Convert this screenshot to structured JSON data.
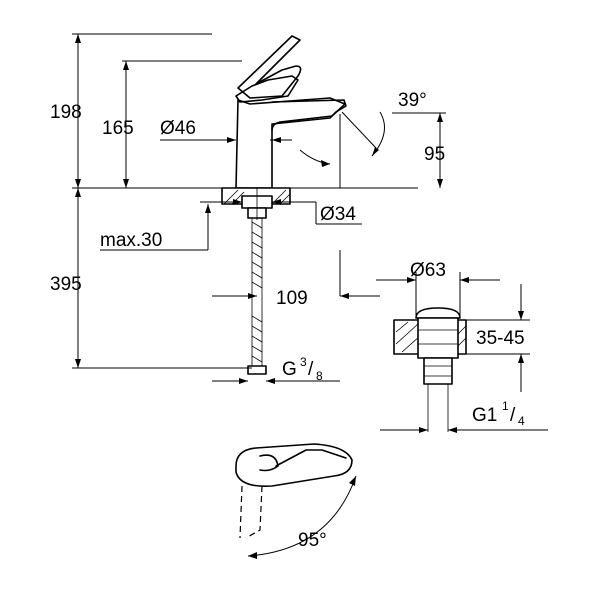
{
  "labels": {
    "h198": "198",
    "h165": "165",
    "d46": "Ø46",
    "angle39": "39°",
    "h95": "95",
    "d34": "Ø34",
    "max30": "max.30",
    "h395": "395",
    "w109": "109",
    "g38_main": "G",
    "g38_num": "3",
    "g38_slash": "/",
    "g38_den": "8",
    "d63": "Ø63",
    "h3545": "35-45",
    "g114_main": "G1",
    "g114_num": "1",
    "g114_slash": "/",
    "g114_den": "4",
    "angle95": "95°"
  }
}
